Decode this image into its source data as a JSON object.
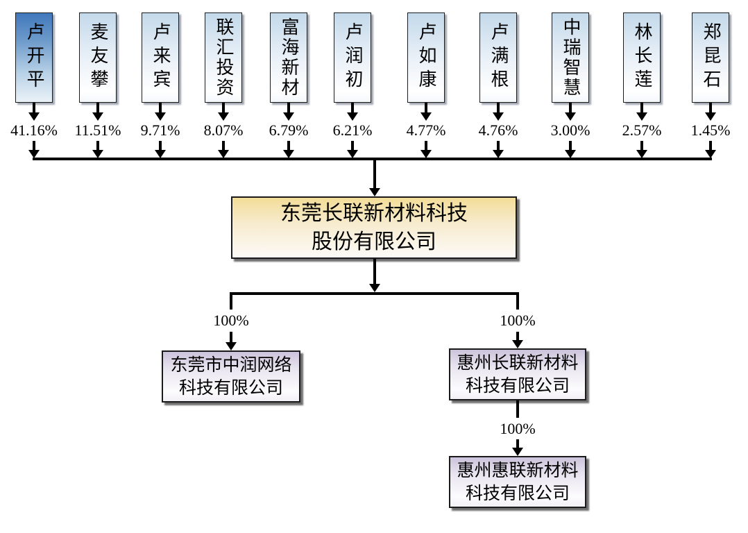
{
  "diagram": {
    "type": "equity-ownership-structure",
    "colors": {
      "line": "#000000",
      "highlight_top": "#4078bc",
      "shareholder_top": "#c3d9ea",
      "parent_top": "#f3dd98",
      "subsidiary_top": "#cbc3db"
    },
    "shareholders": [
      {
        "name": "卢开平",
        "percent": "41.16%",
        "highlight": true
      },
      {
        "name": "麦友攀",
        "percent": "11.51%",
        "highlight": false
      },
      {
        "name": "卢来宾",
        "percent": "9.71%",
        "highlight": false
      },
      {
        "name": "联汇投资",
        "percent": "8.07%",
        "highlight": false
      },
      {
        "name": "富海新材",
        "percent": "6.79%",
        "highlight": false
      },
      {
        "name": "卢润初",
        "percent": "6.21%",
        "highlight": false
      },
      {
        "name": "卢如康",
        "percent": "4.77%",
        "highlight": false
      },
      {
        "name": "卢满根",
        "percent": "4.76%",
        "highlight": false
      },
      {
        "name": "中瑞智慧",
        "percent": "3.00%",
        "highlight": false
      },
      {
        "name": "林长莲",
        "percent": "2.57%",
        "highlight": false
      },
      {
        "name": "郑昆石",
        "percent": "1.45%",
        "highlight": false
      }
    ],
    "parent_company": {
      "name_line1": "东莞长联新材料科技",
      "name_line2": "股份有限公司"
    },
    "subsidiaries": {
      "left": {
        "name_line1": "东莞市中润网络",
        "name_line2": "科技有限公司",
        "ownership": "100%"
      },
      "right": {
        "name_line1": "惠州长联新材料",
        "name_line2": "科技有限公司",
        "ownership": "100%"
      },
      "right_child": {
        "name_line1": "惠州惠联新材料",
        "name_line2": "科技有限公司",
        "ownership": "100%"
      }
    }
  }
}
